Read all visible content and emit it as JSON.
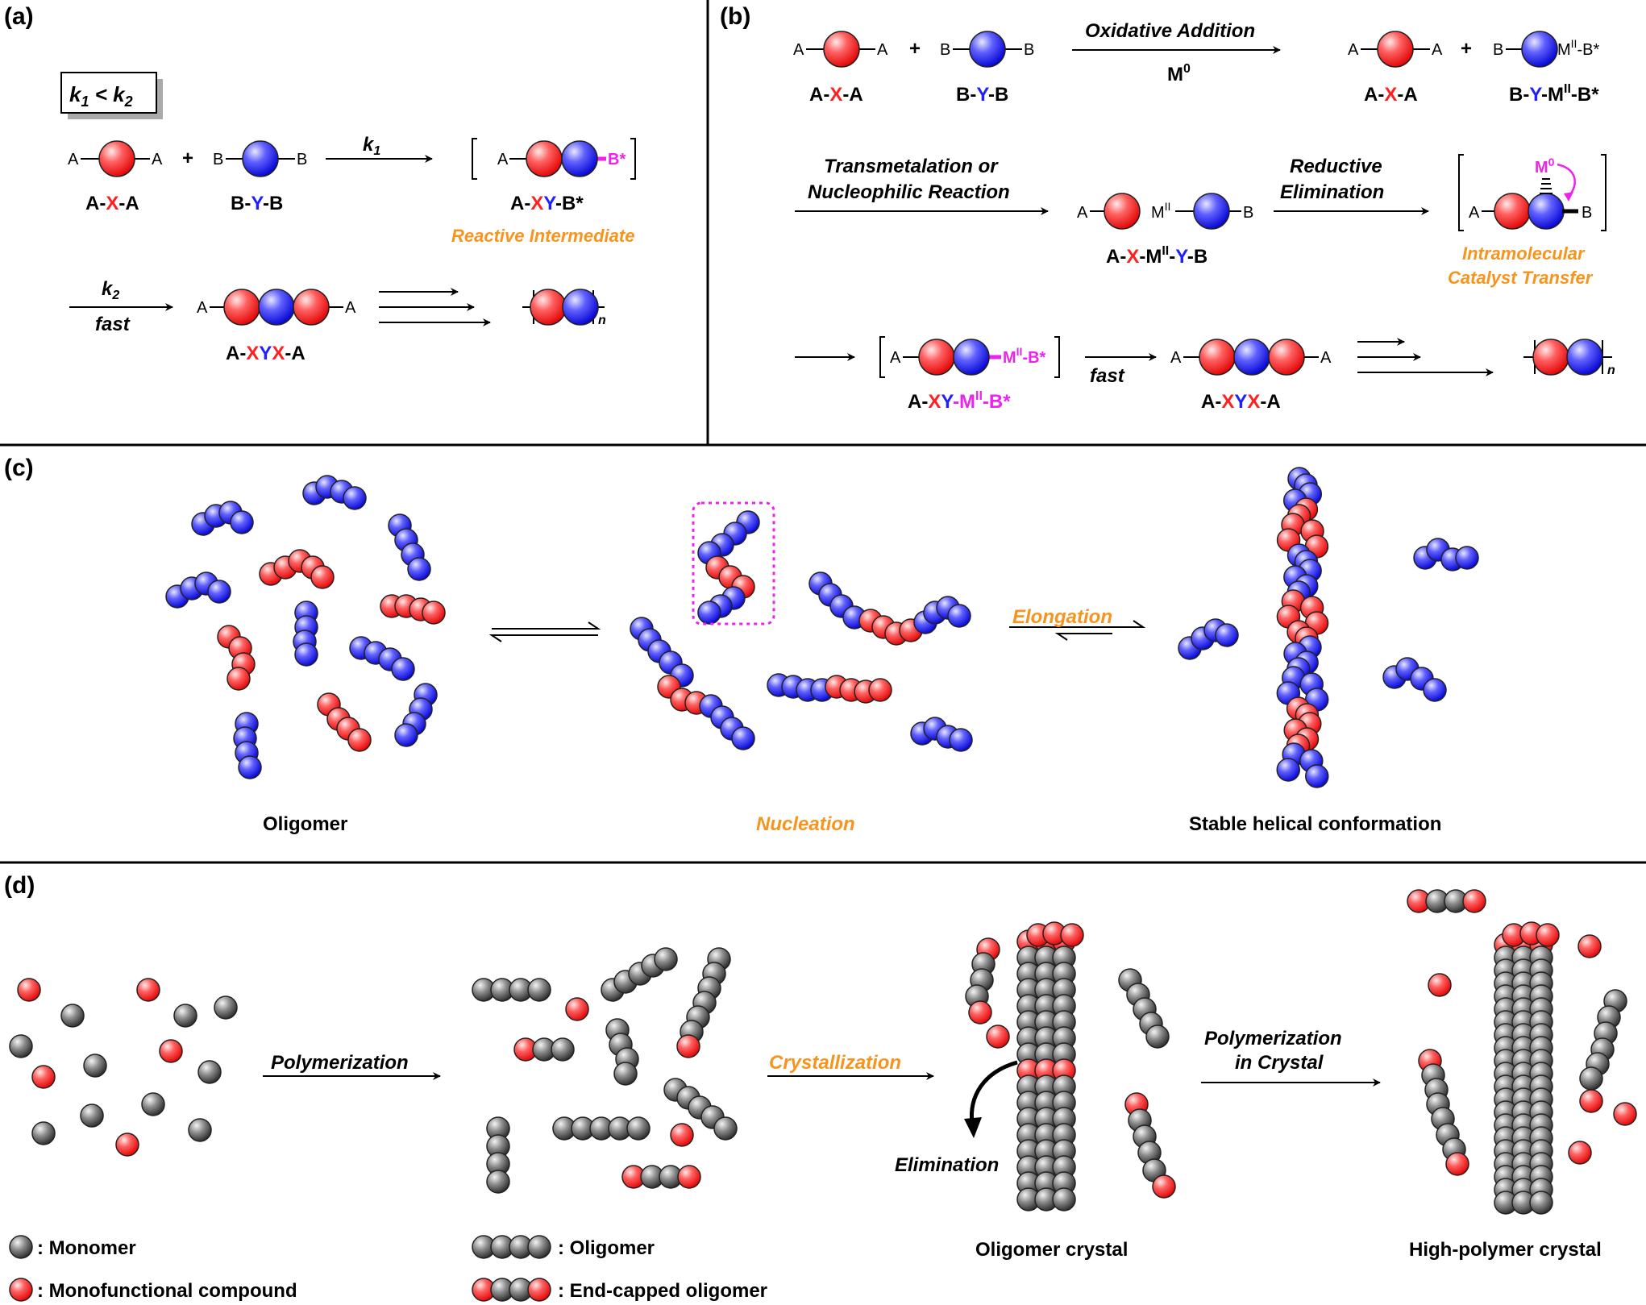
{
  "colors": {
    "red": "#ff3333",
    "blue": "#3333ff",
    "magenta": "#ee22ee",
    "orange": "#f7941d",
    "gray": "#444444",
    "black": "#000000"
  },
  "panel_a": {
    "label": "(a)",
    "rate_k1": "k",
    "rate_sub1": "1",
    "rate_op": " < ",
    "rate_k2": "k",
    "rate_sub2": "2",
    "atom_a": "A",
    "atom_b": "B",
    "plus": "+",
    "arrow_k1": "k",
    "arrow_k1_sub": "1",
    "arrow_k2": "k",
    "arrow_k2_sub": "2",
    "fast": "fast",
    "bstar": "B*",
    "n": "n",
    "reactive_intermediate": "Reactive Intermediate"
  },
  "panel_b": {
    "label": "(b)",
    "oxidative_addition": "Oxidative Addition",
    "m0": "M",
    "m0_sup": "0",
    "transmetalation_1": "Transmetalation or",
    "transmetalation_2": "Nucleophilic Reaction",
    "reductive_1": "Reductive",
    "reductive_2": "Elimination",
    "mii": "M",
    "mii_sup": "II",
    "intramolecular_1": "Intramolecular",
    "intramolecular_2": "Catalyst Transfer",
    "fast": "fast",
    "n": "n"
  },
  "panel_c": {
    "label": "(c)",
    "oligomer": "Oligomer",
    "nucleation": "Nucleation",
    "elongation": "Elongation",
    "stable": "Stable helical conformation"
  },
  "panel_d": {
    "label": "(d)",
    "polymerization": "Polymerization",
    "crystallization": "Crystallization",
    "elimination": "Elimination",
    "polymerization_crystal_1": "Polymerization",
    "polymerization_crystal_2": "in Crystal",
    "oligomer_crystal": "Oligomer crystal",
    "high_polymer_crystal": "High-polymer crystal",
    "legend": {
      "monomer": ": Monomer",
      "monofunctional": ": Monofunctional compound",
      "oligomer": ": Oligomer",
      "end_capped": ": End-capped oligomer"
    }
  }
}
